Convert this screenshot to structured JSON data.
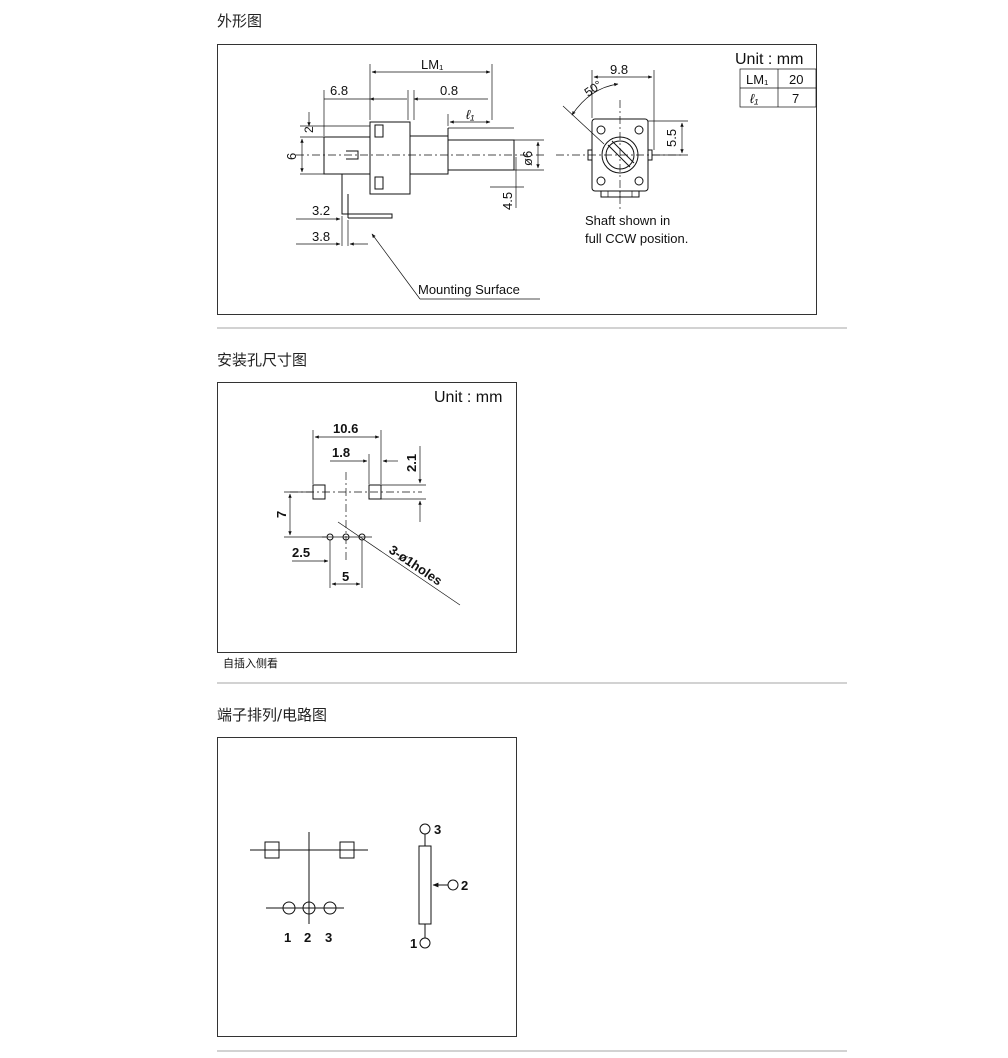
{
  "sections": {
    "outline": {
      "title": "外形图"
    },
    "mounting": {
      "title": "安装孔尺寸图",
      "note": "自插入侧看"
    },
    "terminal": {
      "title": "端子排列/电路图"
    }
  },
  "outline": {
    "unit": "Unit : mm",
    "table": [
      {
        "key": "LM₁",
        "value": "20"
      },
      {
        "key": "ℓ₁",
        "value": "7"
      }
    ],
    "dims": {
      "lm": "LM₁",
      "d68": "6.8",
      "d08": "0.8",
      "l1": "ℓ₁",
      "d2": "2",
      "d6": "6",
      "phi6": "ø6",
      "d45": "4.5",
      "d32": "3.2",
      "d38": "3.8",
      "d98": "9.8",
      "d55": "5.5",
      "ang": "50°"
    },
    "mounting_surface": "Mounting Surface",
    "shaft_note_1": "Shaft shown in",
    "shaft_note_2": "full CCW position."
  },
  "mounting": {
    "unit": "Unit : mm",
    "dims": {
      "d106": "10.6",
      "d18": "1.8",
      "d21": "2.1",
      "d7": "7",
      "d25": "2.5",
      "d5": "5"
    },
    "holes": "3-ø1holes"
  },
  "terminal": {
    "pins": [
      "1",
      "2",
      "3"
    ],
    "circuit": {
      "top": "3",
      "wiper": "2",
      "bottom": "1"
    }
  }
}
